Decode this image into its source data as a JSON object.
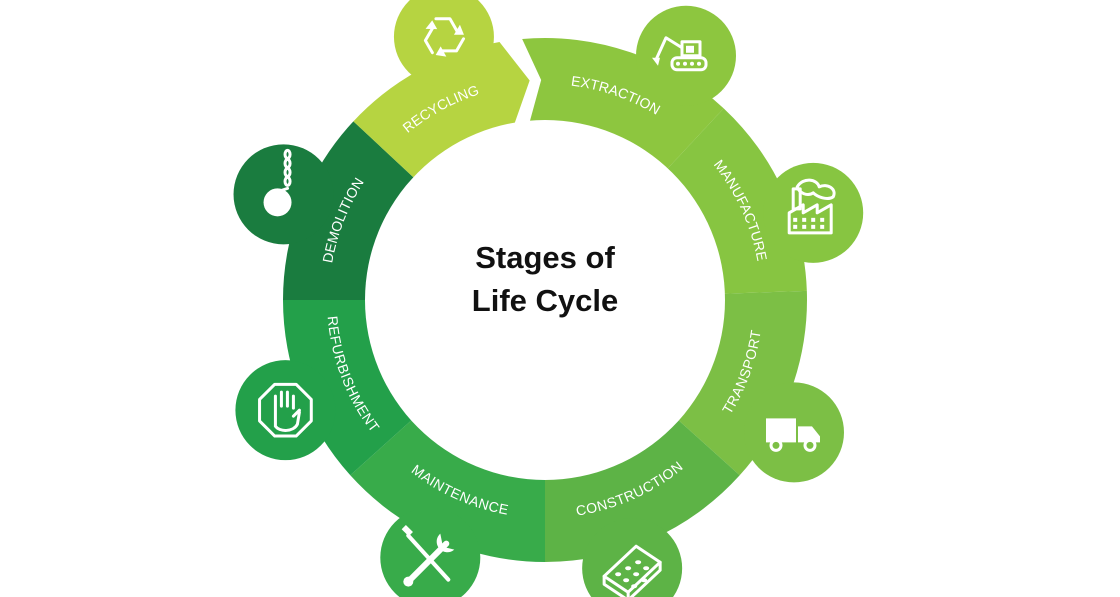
{
  "center": {
    "line1": "Stages of",
    "line2": "Life Cycle"
  },
  "stages": [
    {
      "label": "EXTRACTION",
      "icon": "excavator-icon",
      "color": "#8dc63f"
    },
    {
      "label": "MANUFACTURE",
      "icon": "factory-icon",
      "color": "#87c541"
    },
    {
      "label": "TRANSPORT",
      "icon": "truck-icon",
      "color": "#7cbf45"
    },
    {
      "label": "CONSTRUCTION",
      "icon": "brick-icon",
      "color": "#5db346"
    },
    {
      "label": "MAINTENANCE",
      "icon": "tools-icon",
      "color": "#38ab4a"
    },
    {
      "label": "REFURBISHMENT",
      "icon": "stop-hand-icon",
      "color": "#23a04a"
    },
    {
      "label": "DEMOLITION",
      "icon": "wrecking-ball-icon",
      "color": "#1a7c3f"
    },
    {
      "label": "RECYCLING",
      "icon": "recycle-icon",
      "color": "#b6d441"
    }
  ]
}
